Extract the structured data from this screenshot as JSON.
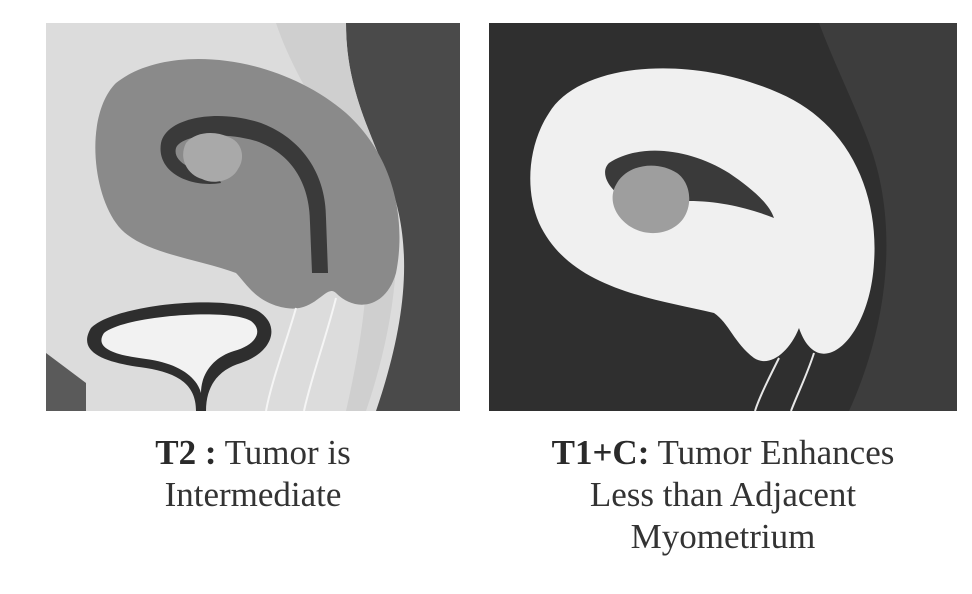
{
  "panels": [
    {
      "id": "t2",
      "caption": {
        "bold": "T2 :",
        "text_line1": "Tumor is",
        "text_line2": "Intermediate"
      },
      "colors": {
        "background": "#dcdcdc",
        "myometrium": "#8a8a8a",
        "junctional_zone": "#3a3a3a",
        "tumor": "#a9a9a9",
        "posterior_dark": "#4a4a4a",
        "bladder_wall": "#2e2e2e",
        "bladder_lumen": "#f2f2f2"
      }
    },
    {
      "id": "t1c",
      "caption": {
        "bold": "T1+C:",
        "text_line1": "Tumor Enhances",
        "text_line2": "Less than Adjacent",
        "text_line3": "Myometrium"
      },
      "colors": {
        "background": "#2f2f2f",
        "myometrium": "#f0f0f0",
        "cavity": "#3a3a3a",
        "tumor": "#9e9e9e",
        "posterior_dark": "#3d3d3d"
      }
    }
  ]
}
